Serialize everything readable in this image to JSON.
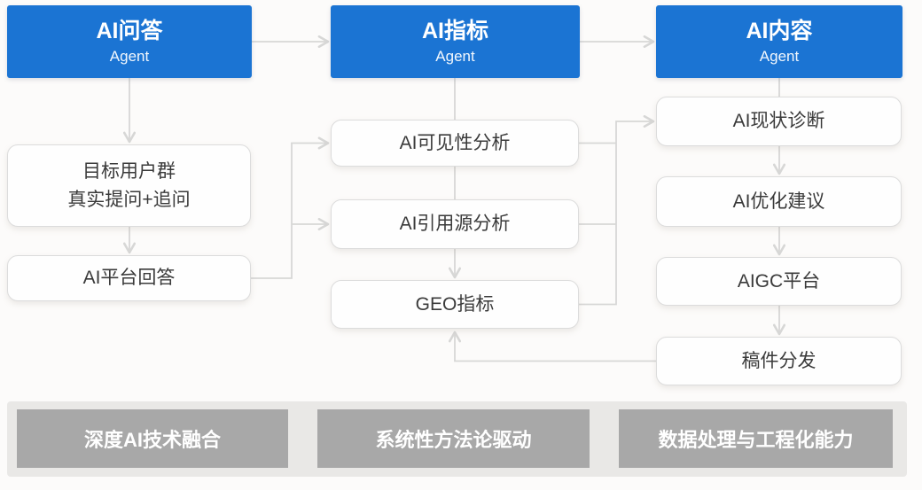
{
  "colors": {
    "agent_blue": "#1b74d3",
    "node_background": "#fefefe",
    "node_border": "#dcdcdc",
    "node_text": "#3a3a3a",
    "connector_gray": "#d7d7d6",
    "footer_background": "#e9e8e6",
    "pill_gray": "#a8a8a8",
    "pill_text": "#ffffff"
  },
  "columns": [
    {
      "agent": {
        "title": "AI问答",
        "subtitle": "Agent"
      },
      "nodes": [
        {
          "lines": [
            "目标用户群",
            "真实提问+追问"
          ]
        },
        {
          "lines": [
            "AI平台回答"
          ]
        }
      ]
    },
    {
      "agent": {
        "title": "AI指标",
        "subtitle": "Agent"
      },
      "nodes": [
        {
          "lines": [
            "AI可见性分析"
          ]
        },
        {
          "lines": [
            "AI引用源分析"
          ]
        },
        {
          "lines": [
            "GEO指标"
          ]
        }
      ]
    },
    {
      "agent": {
        "title": "AI内容",
        "subtitle": "Agent"
      },
      "nodes": [
        {
          "lines": [
            "AI现状诊断"
          ]
        },
        {
          "lines": [
            "AI优化建议"
          ]
        },
        {
          "lines": [
            "AIGC平台"
          ]
        },
        {
          "lines": [
            "稿件分发"
          ]
        }
      ]
    }
  ],
  "footer": {
    "pills": [
      "深度AI技术融合",
      "系统性方法论驱动",
      "数据处理与工程化能力"
    ]
  }
}
